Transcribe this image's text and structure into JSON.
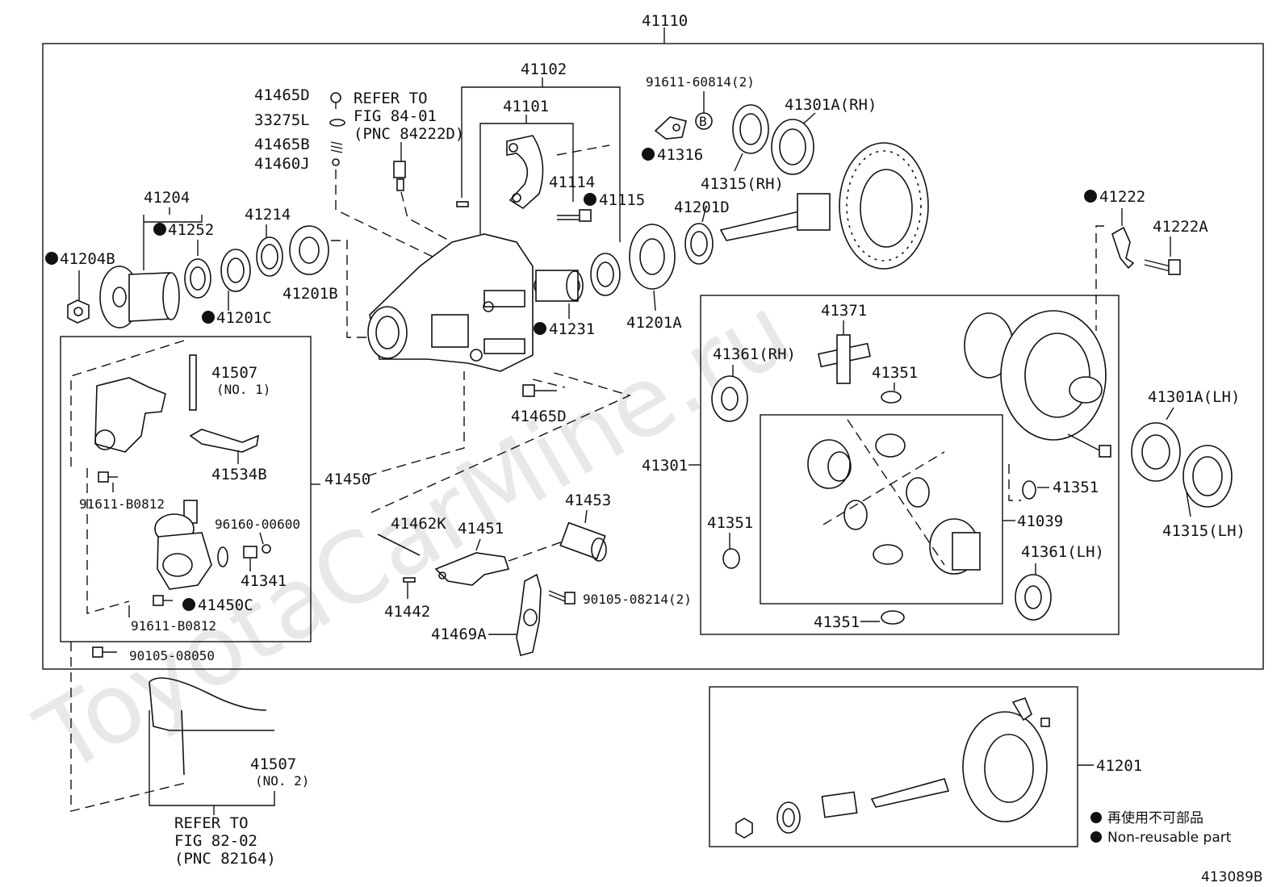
{
  "watermark": "ToyotaCarMine.ru",
  "diagram_id": "413089B",
  "main_part": "41110",
  "labels": {
    "p41465D_top": "41465D",
    "p33275L": "33275L",
    "p41465B": "41465B",
    "p41460J": "41460J",
    "refer1_a": "REFER TO",
    "refer1_b": "FIG 84-01",
    "refer1_c": "(PNC 84222D)",
    "p41102": "41102",
    "p41101": "41101",
    "p41114": "41114",
    "p41115": "41115",
    "p91611_60814": "91611-60814(2)",
    "b_marker": "B",
    "p41316": "41316",
    "p41301A_RH": "41301A(RH)",
    "p41315_RH": "41315(RH)",
    "p41204": "41204",
    "p41252": "41252",
    "p41214": "41214",
    "p41204B": "41204B",
    "p41201B": "41201B",
    "p41201C": "41201C",
    "p41231": "41231",
    "p41201A": "41201A",
    "p41201D": "41201D",
    "p41222": "41222",
    "p41222A": "41222A",
    "p41371": "41371",
    "p41361_RH": "41361(RH)",
    "p41351_a": "41351",
    "p41301A_LH": "41301A(LH)",
    "p41507_1": "41507",
    "p41507_1_sub": "(NO. 1)",
    "p41534B": "41534B",
    "p41450": "41450",
    "p91611_B0812_a": "91611-B0812",
    "p96160_00600": "96160-00600",
    "p41341": "41341",
    "p41450C": "41450C",
    "p91611_B0812_b": "91611-B0812",
    "p90105_08050": "90105-08050",
    "p41465D_mid": "41465D",
    "p41462K": "41462K",
    "p41451": "41451",
    "p41453": "41453",
    "p41442": "41442",
    "p90105_08214": "90105-08214(2)",
    "p41469A": "41469A",
    "p41301": "41301",
    "p41351_b": "41351",
    "p41351_c": "41351",
    "p41039": "41039",
    "p41361_LH": "41361(LH)",
    "p41351_d": "41351",
    "p41315_LH": "41315(LH)",
    "p41507_2": "41507",
    "p41507_2_sub": "(NO. 2)",
    "refer2_a": "REFER TO",
    "refer2_b": "FIG 82-02",
    "refer2_c": "(PNC 82164)",
    "p41201": "41201"
  },
  "legend": {
    "line1": "再使用不可部品",
    "line2": "Non-reusable part"
  }
}
